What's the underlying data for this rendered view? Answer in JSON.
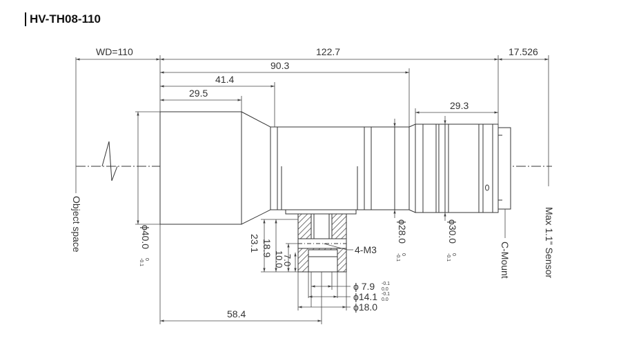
{
  "title": "HV-TH08-110",
  "dimensions": {
    "wd": "WD=110",
    "total_length": "122.7",
    "sensor_distance": "17.526",
    "len_90": "90.3",
    "len_41": "41.4",
    "len_29_5": "29.5",
    "len_29_3": "29.3",
    "len_58": "58.4",
    "h_23_1": "23.1",
    "h_18_9": "18.9",
    "h_10": "10.0",
    "h_7": "7.0",
    "dia_40": "ϕ40.0",
    "dia_28": "ϕ28.0",
    "dia_30": "ϕ30.0",
    "dia_7_9": "ϕ 7.9",
    "dia_14_1": "ϕ14.1",
    "dia_18": "ϕ18.0",
    "thread": "4-M3"
  },
  "tolerances": {
    "dia_40": [
      "0",
      "-0.1"
    ],
    "dia_28": [
      "0",
      "-0.1"
    ],
    "dia_30": [
      "0",
      "-0.1"
    ],
    "dia_7_9": [
      "-0.1",
      "0.0"
    ],
    "dia_14_1": [
      "-0.1",
      "0.0"
    ]
  },
  "labels": {
    "object_space": "Object space",
    "c_mount": "C-Mount",
    "sensor": "Max 1.1\" Sensor"
  }
}
